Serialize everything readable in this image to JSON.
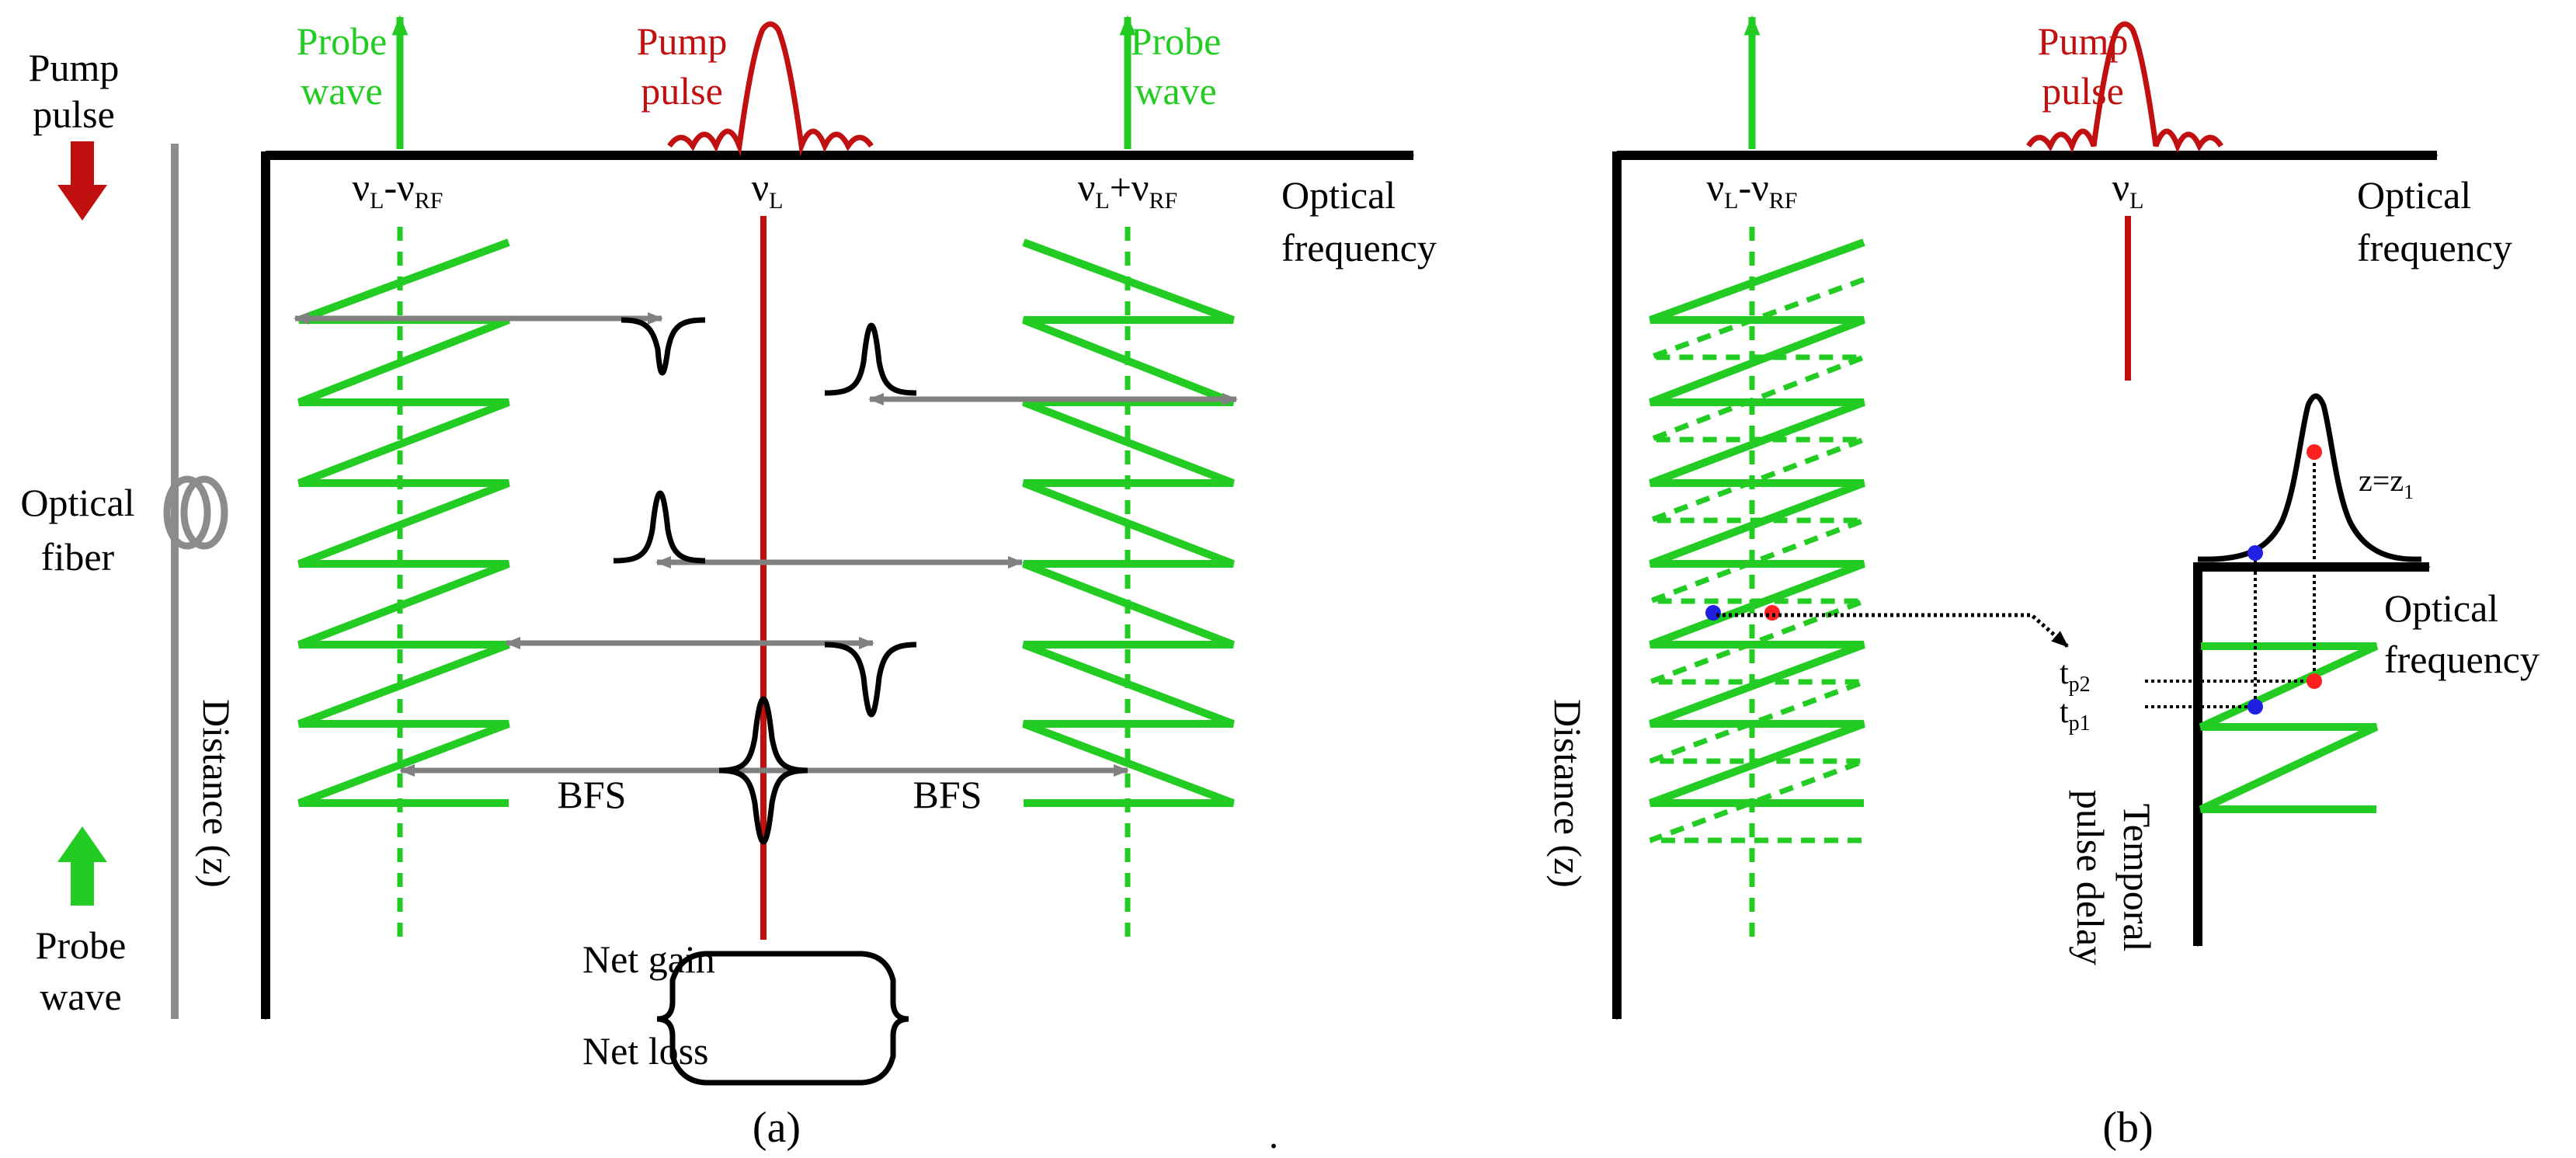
{
  "colors": {
    "axis": "#000000",
    "pump": "#c01010",
    "probe": "#22cc22",
    "fiber": "#8c8c8c",
    "arrow_gray": "#808080",
    "dot_red": "#ff2020",
    "dot_blue": "#2020e0",
    "background": "#ffffff"
  },
  "icons": {
    "pump_arrow": "down-arrow-icon",
    "probe_arrow": "up-arrow-icon",
    "fiber_coil": "fiber-coil-icon"
  },
  "panel_a": {
    "side": {
      "pump_line1": "Pump",
      "pump_line2": "pulse",
      "fiber_line1": "Optical",
      "fiber_line2": "fiber",
      "probe_line1": "Probe",
      "probe_line2": "wave"
    },
    "probe_left_line1": "Probe",
    "probe_left_line2": "wave",
    "pump_line1": "Pump",
    "pump_line2": "pulse",
    "probe_right_line1": "Probe",
    "probe_right_line2": "wave",
    "freq_left_main": "ν",
    "freq_left_sub1": "L",
    "freq_left_op": "-ν",
    "freq_left_sub2": "RF",
    "freq_center_main": "ν",
    "freq_center_sub": "L",
    "freq_right_main": "ν",
    "freq_right_sub1": "L",
    "freq_right_op": "+ν",
    "freq_right_sub2": "RF",
    "x_axis_line1": "Optical",
    "x_axis_line2": "frequency",
    "y_axis": "Distance  (z)",
    "bfs_left": "BFS",
    "bfs_right": "BFS",
    "net_gain": "Net gain",
    "net_loss": "Net loss",
    "caption": "(a)"
  },
  "separator_dot": ".",
  "panel_b": {
    "freq_left_main": "ν",
    "freq_left_sub1": "L",
    "freq_left_op": "-ν",
    "freq_left_sub2": "RF",
    "pump_line1": "Pump",
    "pump_line2": "pulse",
    "freq_center_main": "ν",
    "freq_center_sub": "L",
    "x_axis_line1": "Optical",
    "x_axis_line2": "frequency",
    "y_axis": "Distance  (z)",
    "z_label_main": "z=z",
    "z_label_sub": "1",
    "inset_x_line1": "Optical",
    "inset_x_line2": "frequency",
    "inset_y_line1": "Temporal",
    "inset_y_line2": "pulse delay",
    "tp2_main": "t",
    "tp2_sub": "p2",
    "tp1_main": "t",
    "tp1_sub": "p1",
    "caption": "(b)"
  }
}
